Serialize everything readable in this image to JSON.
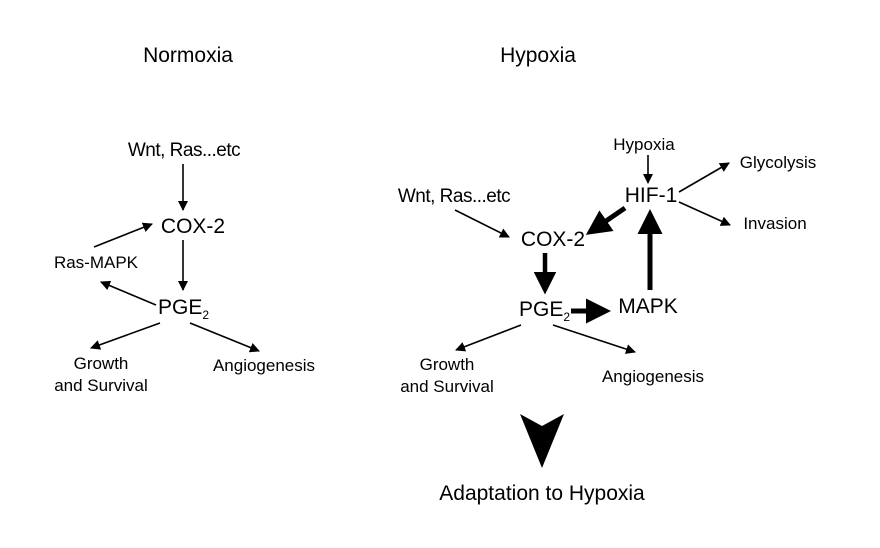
{
  "normoxia": {
    "title": "Normoxia",
    "wnt_ras": "Wnt, Ras...etc",
    "cox2": "COX-2",
    "ras_mapk": "Ras-MAPK",
    "pge_base": "PGE",
    "pge_sub": "2",
    "growth_line1": "Growth",
    "growth_line2": "and Survival",
    "angiogenesis": "Angiogenesis"
  },
  "hypoxia": {
    "title": "Hypoxia",
    "hypoxia_input": "Hypoxia",
    "hif1": "HIF-1",
    "glycolysis": "Glycolysis",
    "invasion": "Invasion",
    "wnt_ras": "Wnt, Ras...etc",
    "cox2": "COX-2",
    "pge_base": "PGE",
    "pge_sub": "2",
    "mapk": "MAPK",
    "growth_line1": "Growth",
    "growth_line2": "and Survival",
    "angiogenesis": "Angiogenesis",
    "adaptation": "Adaptation to Hypoxia"
  }
}
